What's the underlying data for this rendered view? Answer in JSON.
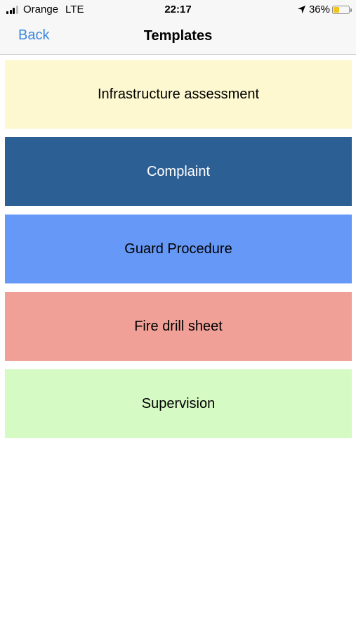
{
  "status_bar": {
    "carrier": "Orange",
    "network": "LTE",
    "time": "22:17",
    "battery_percent": "36%",
    "battery_level": 0.36,
    "battery_color": "#f0c419",
    "icons": [
      "signal-icon",
      "location-arrow-icon",
      "battery-icon"
    ]
  },
  "nav": {
    "back_label": "Back",
    "title": "Templates",
    "accent_color": "#3b86e0"
  },
  "templates": [
    {
      "label": "Infrastructure assessment",
      "bg": "#fdf8d0",
      "fg": "#000000"
    },
    {
      "label": "Complaint",
      "bg": "#2c5f94",
      "fg": "#ffffff"
    },
    {
      "label": "Guard Procedure",
      "bg": "#6699f7",
      "fg": "#000000"
    },
    {
      "label": "Fire drill sheet",
      "bg": "#f0a096",
      "fg": "#000000"
    },
    {
      "label": "Supervision",
      "bg": "#d5fac4",
      "fg": "#000000"
    }
  ]
}
